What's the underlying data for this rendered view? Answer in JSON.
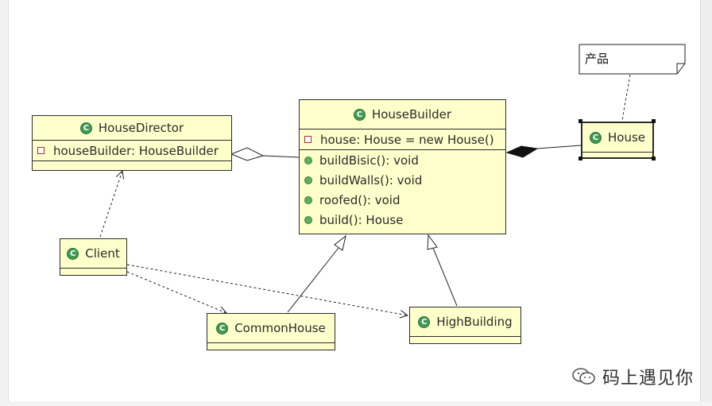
{
  "note": {
    "text": "产品"
  },
  "classes": {
    "house_director": {
      "name": "HouseDirector",
      "fields": [
        "houseBuilder: HouseBuilder"
      ],
      "methods": []
    },
    "house_builder": {
      "name": "HouseBuilder",
      "fields": [
        "house: House = new House()"
      ],
      "methods": [
        "buildBisic(): void",
        "buildWalls(): void",
        "roofed(): void",
        "build(): House"
      ]
    },
    "house": {
      "name": "House",
      "fields": [],
      "methods": []
    },
    "client": {
      "name": "Client",
      "fields": [],
      "methods": []
    },
    "common_house": {
      "name": "CommonHouse",
      "fields": [],
      "methods": []
    },
    "high_building": {
      "name": "HighBuilding",
      "fields": [],
      "methods": []
    }
  },
  "class_icon_glyph": "C",
  "relationships": [
    {
      "type": "aggregation",
      "whole": "HouseDirector",
      "part": "HouseBuilder"
    },
    {
      "type": "composition",
      "whole": "HouseBuilder",
      "part": "House"
    },
    {
      "type": "dependency",
      "from": "Client",
      "to": "HouseDirector"
    },
    {
      "type": "dependency",
      "from": "Client",
      "to": "CommonHouse"
    },
    {
      "type": "dependency",
      "from": "Client",
      "to": "HighBuilding"
    },
    {
      "type": "generalization",
      "child": "CommonHouse",
      "parent": "HouseBuilder"
    },
    {
      "type": "generalization",
      "child": "HighBuilding",
      "parent": "HouseBuilder"
    },
    {
      "type": "note-anchor",
      "note": "产品",
      "target": "House"
    }
  ],
  "watermark": {
    "text": "码上遇见你",
    "icon": "wechat-icon"
  },
  "colors": {
    "class_fill": "#ffffcc",
    "class_icon": "#3f9a52",
    "method_icon": "#5fae5f",
    "field_icon": "#b02a2a"
  }
}
